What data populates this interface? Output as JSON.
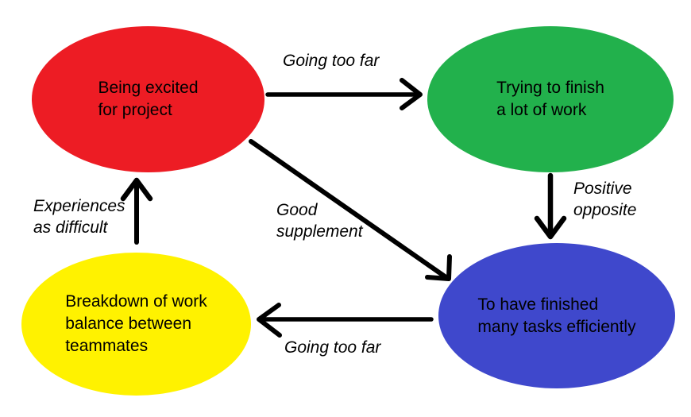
{
  "diagram": {
    "type": "concept-cycle-diagram",
    "background_color": "#FFFFFF",
    "ink_color": "#000000",
    "nodes": {
      "excited": {
        "lines": [
          "Being excited",
          "for project"
        ],
        "color": "#ED1C24",
        "text_color": "#000000"
      },
      "trying": {
        "lines": [
          "Trying to finish",
          "a lot of work"
        ],
        "color": "#22B14C",
        "text_color": "#000000"
      },
      "finished": {
        "lines": [
          "To have finished",
          "many tasks efficiently"
        ],
        "color": "#3F48CC",
        "text_color": "#000000"
      },
      "breakdown": {
        "lines": [
          "Breakdown of work",
          "balance between",
          "teammates"
        ],
        "color": "#FFF200",
        "text_color": "#000000"
      }
    },
    "edges": {
      "excited_to_trying": {
        "from": "excited",
        "to": "trying",
        "label": "Going too far"
      },
      "trying_to_finished": {
        "from": "trying",
        "to": "finished",
        "label_lines": [
          "Positive",
          "opposite"
        ]
      },
      "excited_to_finished": {
        "from": "excited",
        "to": "finished",
        "label_lines": [
          "Good",
          "supplement"
        ]
      },
      "finished_to_breakdown": {
        "from": "finished",
        "to": "breakdown",
        "label": "Going too far"
      },
      "breakdown_to_excited": {
        "from": "breakdown",
        "to": "excited",
        "label_lines": [
          "Experiences",
          "as difficult"
        ]
      }
    }
  }
}
